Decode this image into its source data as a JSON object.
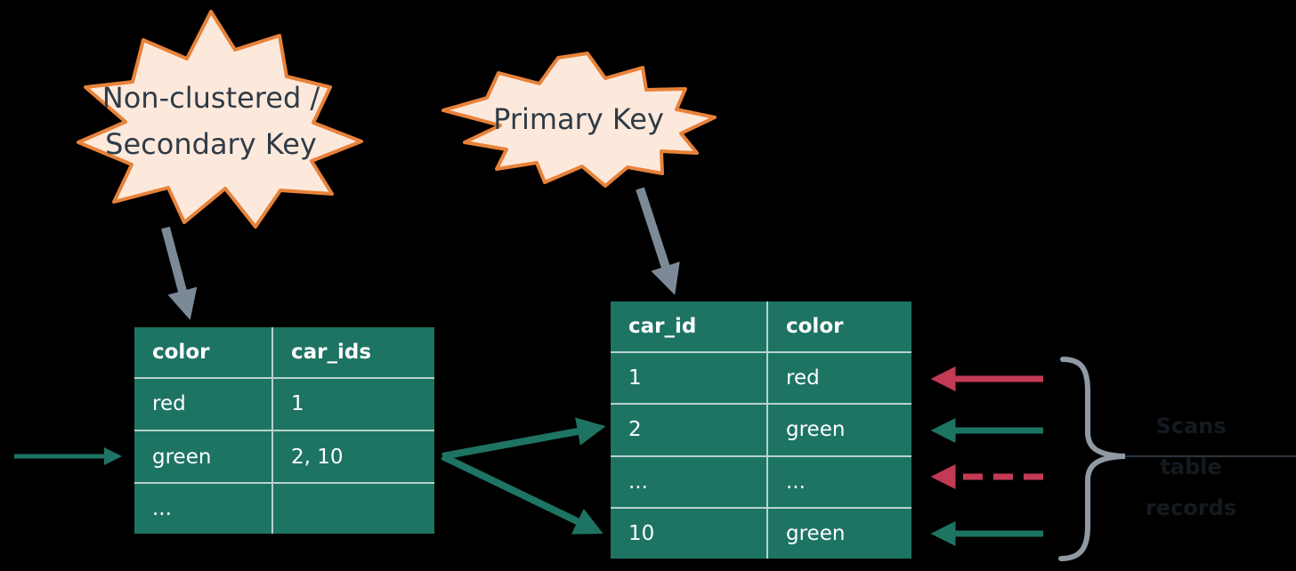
{
  "labels": {
    "secondary_key_line1": "Non-clustered /",
    "secondary_key_line2": "Secondary Key",
    "primary_key": "Primary Key"
  },
  "secondary_table": {
    "headers": [
      "color",
      "car_ids"
    ],
    "rows": [
      [
        "red",
        "1"
      ],
      [
        "green",
        "2, 10"
      ],
      [
        "...",
        ""
      ]
    ]
  },
  "primary_table": {
    "headers": [
      "car_id",
      "color"
    ],
    "rows": [
      [
        "1",
        "red"
      ],
      [
        "2",
        "green"
      ],
      [
        "...",
        "..."
      ],
      [
        "10",
        "green"
      ]
    ]
  },
  "caption": {
    "lines": [
      "Scans",
      "table",
      "records"
    ]
  },
  "colors": {
    "background": "#000000",
    "table_fill": "#1e7463",
    "table_grid": "#b9d2cb",
    "burst_fill": "#fde9dc",
    "burst_stroke": "#e8823a",
    "pointer_arrow": "#7b8a96",
    "teal_arrow": "#1e7463",
    "red_arrow": "#c33a55",
    "brace": "#8f9aa4"
  }
}
